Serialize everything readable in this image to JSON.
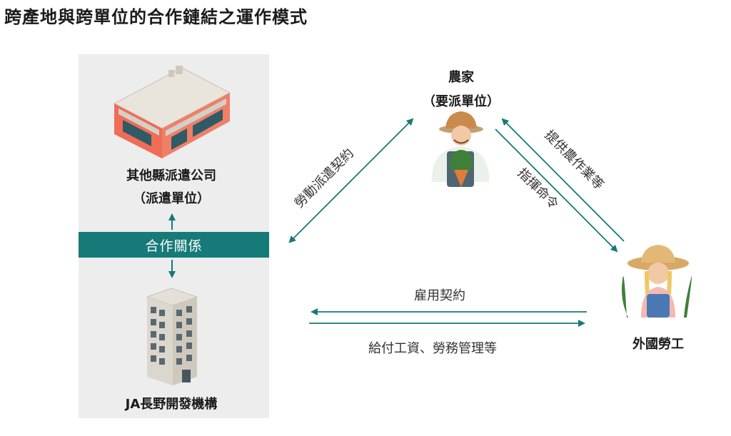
{
  "title": "跨產地與跨單位的合作鏈結之運作模式",
  "nodes": {
    "other_agency": {
      "name": "其他縣派遣公司",
      "role": "（派遣單位）"
    },
    "farmer": {
      "name": "農家",
      "role": "（要派單位）"
    },
    "ja": {
      "name": "JA長野開發機構"
    },
    "foreign_worker": {
      "name": "外國勞工"
    }
  },
  "relations": {
    "cooperation": "合作關係",
    "dispatch_contract": "勞動派遣契約",
    "provide_farm_work": "提供農作業等",
    "direct_command": "指揮命令",
    "employment_contract": "雇用契約",
    "pay_wages": "給付工資、勞務管理等"
  },
  "colors": {
    "teal": "#167a78",
    "panel": "#ededed"
  }
}
